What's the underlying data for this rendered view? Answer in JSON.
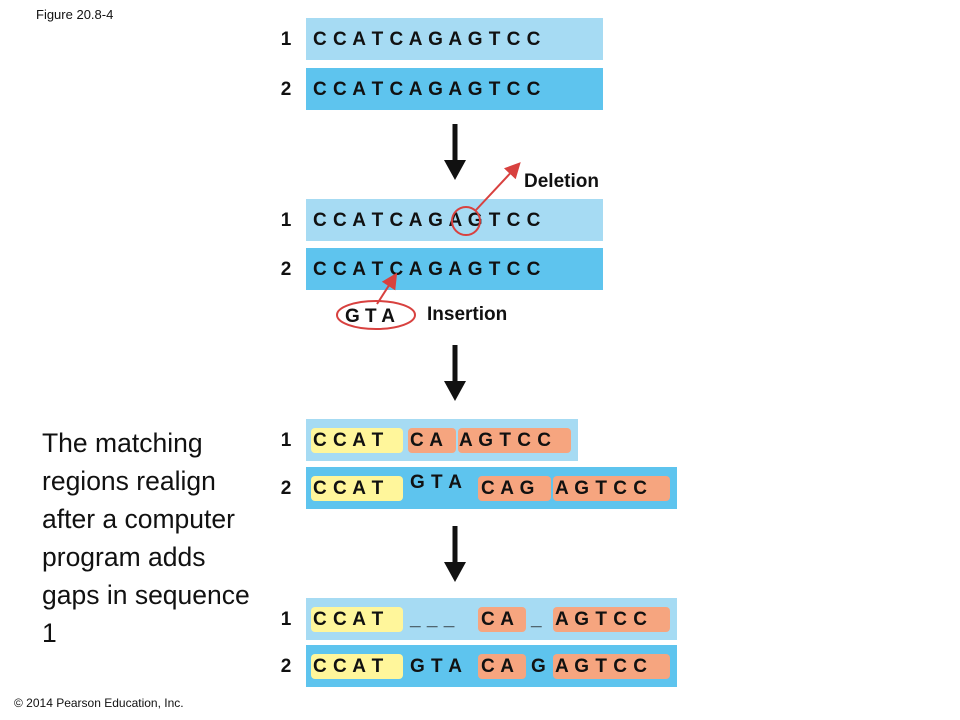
{
  "figure_label": "Figure 20.8-4",
  "copyright": "© 2014 Pearson Education, Inc.",
  "colors": {
    "light_blue": "#a6dbf3",
    "dark_blue": "#5ec4ee",
    "yellow": "#fff69b",
    "salmon": "#f6a57f",
    "red": "#d8413f"
  },
  "stage1": {
    "row1_num": "1",
    "row1_seq": "C C A T C A G A G T C C",
    "row2_num": "2",
    "row2_seq": "C C A T C A G A G T C C"
  },
  "stage2": {
    "row1_num": "1",
    "row1_pre": "C C A T C A",
    "row1_circ": "G",
    "row1_post": "A G T C C",
    "row2_num": "2",
    "row2_seq": "C C A T C A G A G T C C",
    "deletion_label": "Deletion",
    "insertion_seq": "G T A",
    "insertion_label": "Insertion"
  },
  "stage3": {
    "row1_num": "1",
    "row1_a": "C C A T",
    "row1_b": "C A",
    "row1_c": "A G T C C",
    "row2_num": "2",
    "row2_a": "C C A T",
    "row2_ins": "G T A",
    "row2_b": "C A G",
    "row2_c": "A G T C C"
  },
  "stage4": {
    "row1_num": "1",
    "row1_a": "C C A T",
    "row1_gap1": "_ _ _",
    "row1_b": "C A",
    "row1_gap2": "_",
    "row1_c": "A G T C C",
    "row2_num": "2",
    "row2_a": "C C A T",
    "row2_ins": "G T A",
    "row2_b": "C A",
    "row2_g": "G",
    "row2_c": "A G T C C"
  },
  "caption": "The matching regions realign after a computer program adds gaps in sequence 1"
}
